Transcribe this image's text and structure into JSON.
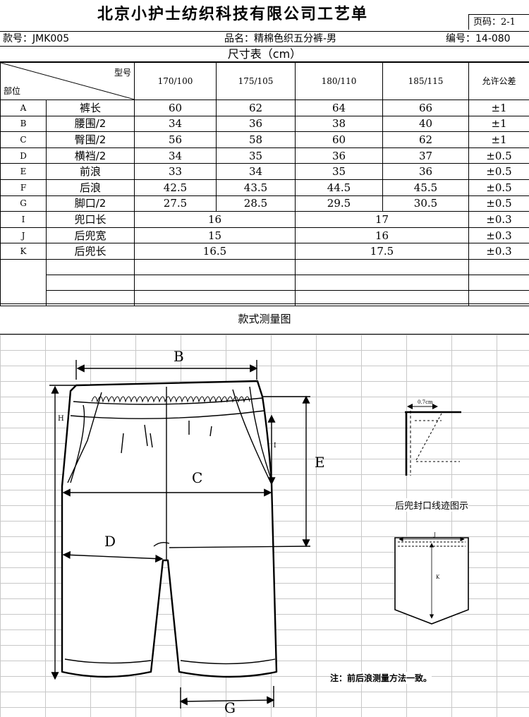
{
  "title": "北京小护士纺织科技有限公司工艺单",
  "page_no": "页码：2-1",
  "info": {
    "style_no": "款号：JMK005",
    "product_name": "品名：精棉色织五分裤-男",
    "serial_no": "编号：14-080"
  },
  "size_table_title": "尺寸表（cm）",
  "header": {
    "size_label": "型号",
    "part_label": "部位",
    "sizes": [
      "170/100",
      "175/105",
      "180/110",
      "185/115"
    ],
    "tolerance_label": "允许公差"
  },
  "rows": [
    {
      "code": "A",
      "name": "裤长",
      "values": [
        "60",
        "62",
        "64",
        "66"
      ],
      "tol": "±1"
    },
    {
      "code": "B",
      "name": "腰围/2",
      "values": [
        "34",
        "36",
        "38",
        "40"
      ],
      "tol": "±1"
    },
    {
      "code": "C",
      "name": "臀围/2",
      "values": [
        "56",
        "58",
        "60",
        "62"
      ],
      "tol": "±1"
    },
    {
      "code": "D",
      "name": "横裆/2",
      "values": [
        "34",
        "35",
        "36",
        "37"
      ],
      "tol": "±0.5"
    },
    {
      "code": "E",
      "name": "前浪",
      "values": [
        "33",
        "34",
        "35",
        "36"
      ],
      "tol": "±0.5"
    },
    {
      "code": "F",
      "name": "后浪",
      "values": [
        "42.5",
        "43.5",
        "44.5",
        "45.5"
      ],
      "tol": "±0.5"
    },
    {
      "code": "G",
      "name": "脚口/2",
      "values": [
        "27.5",
        "28.5",
        "29.5",
        "30.5"
      ],
      "tol": "±0.5"
    }
  ],
  "merged_rows": [
    {
      "code": "I",
      "name": "兜口长",
      "left": "16",
      "right": "17",
      "tol": "±0.3"
    },
    {
      "code": "J",
      "name": "后兜宽",
      "left": "15",
      "right": "16",
      "tol": "±0.3"
    },
    {
      "code": "K",
      "name": "后兜长",
      "left": "16.5",
      "right": "17.5",
      "tol": "±0.3"
    }
  ],
  "drawing_title": "款式测量图",
  "drawing_labels": {
    "b": "B",
    "c": "C",
    "d": "D",
    "e": "E",
    "g": "G",
    "h": "H",
    "i": "I",
    "j": "J",
    "k": "K",
    "stitch_width": "0.7cm"
  },
  "pocket_caption": "后兜封口线迹图示",
  "note": "注：前后浪测量方法一致。"
}
